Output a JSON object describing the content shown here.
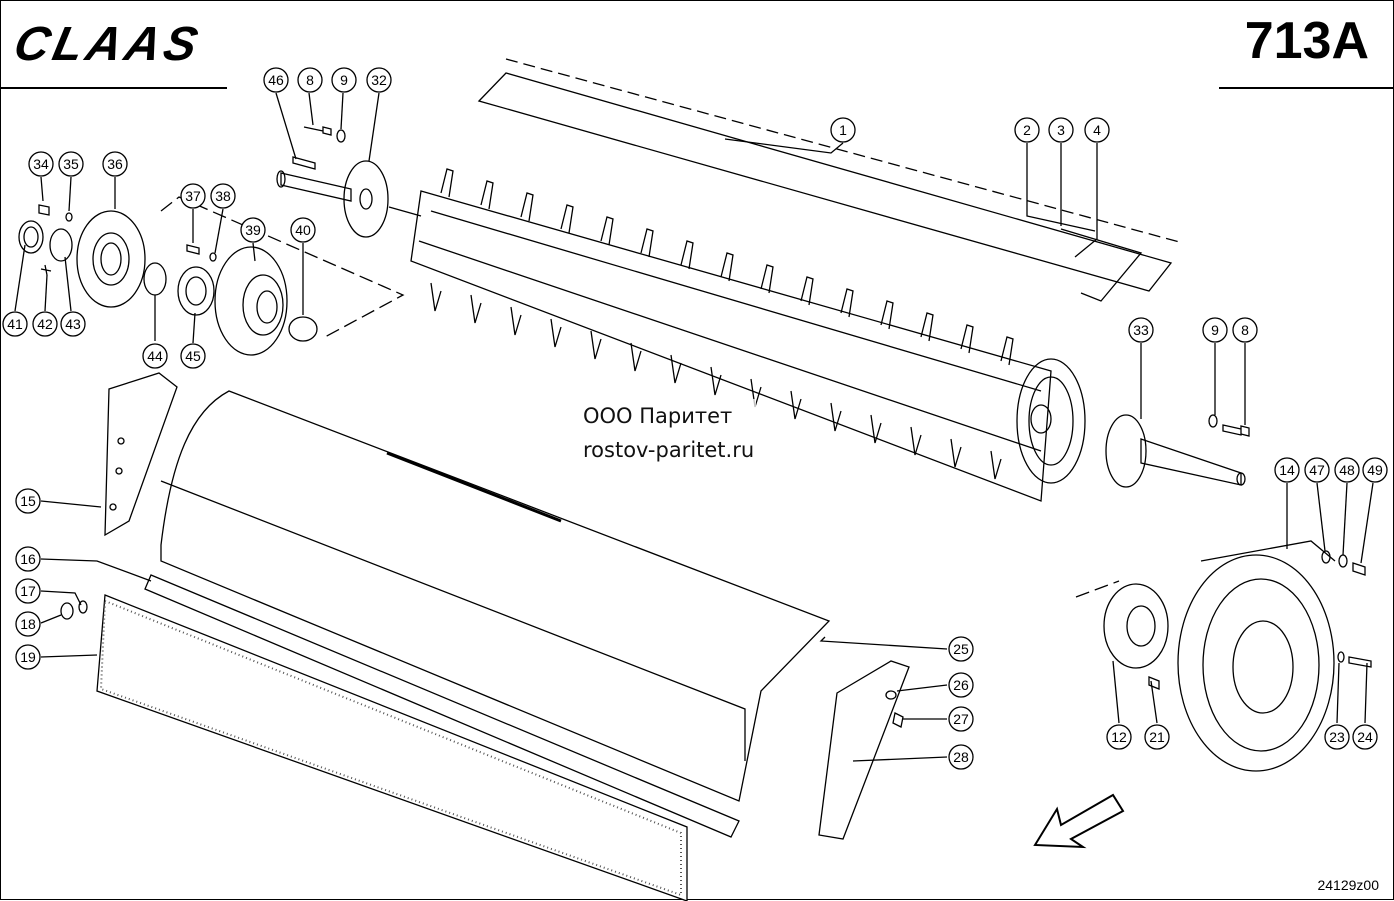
{
  "header": {
    "brand_logo": "CLAAS",
    "page_number": "713A"
  },
  "watermark": {
    "company": "ООО Паритет",
    "website": "rostov-paritet.ru"
  },
  "footer": {
    "document_code": "24129z00"
  },
  "callouts": [
    "1",
    "2",
    "3",
    "4",
    "8",
    "9",
    "12",
    "14",
    "15",
    "16",
    "17",
    "18",
    "19",
    "21",
    "23",
    "24",
    "25",
    "26",
    "27",
    "28",
    "32",
    "33",
    "34",
    "35",
    "36",
    "37",
    "38",
    "39",
    "40",
    "41",
    "42",
    "43",
    "44",
    "45",
    "46",
    "47",
    "48",
    "49"
  ]
}
